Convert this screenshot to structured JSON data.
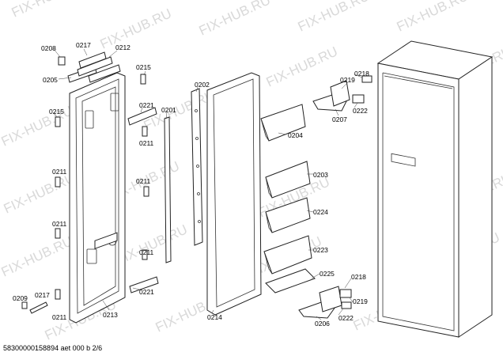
{
  "watermark": "FIX-HUB.RU",
  "footer": "58300000158894 aet 000 b 2/6",
  "parts": {
    "p0208": "0208",
    "p0217a": "0217",
    "p0212": "0212",
    "p0205": "0205",
    "p0215a": "0215",
    "p0215b": "0215",
    "p0221a": "0221",
    "p0211a": "0211",
    "p0211b": "0211",
    "p0211c": "0211",
    "p0211d": "0211",
    "p0211e": "0211",
    "p0211f": "0211",
    "p0201": "0201",
    "p0202": "0202",
    "p0209": "0209",
    "p0217b": "0217",
    "p0213": "0213",
    "p0221b": "0221",
    "p0214": "0214",
    "p0204": "0204",
    "p0203": "0203",
    "p0224": "0224",
    "p0223": "0223",
    "p0225": "0225",
    "p0218a": "0218",
    "p0219a": "0219",
    "p0207": "0207",
    "p0222a": "0222",
    "p0218b": "0218",
    "p0219b": "0219",
    "p0206": "0206",
    "p0222b": "0222"
  }
}
